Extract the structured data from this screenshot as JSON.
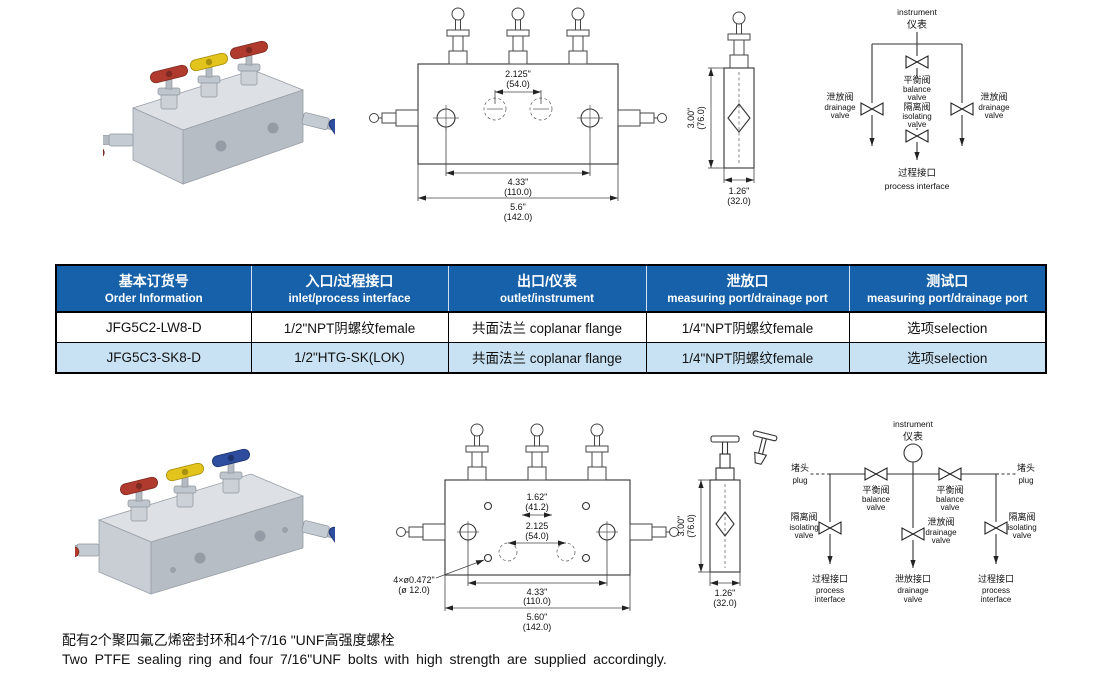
{
  "colors": {
    "table_header_bg": "#1661A9",
    "table_alt_row_bg": "#C9E2F3",
    "handle_red": "#B03A2E",
    "handle_yellow": "#E3C41C",
    "handle_blue": "#2E4D9E",
    "handle_maroon": "#8E2F26"
  },
  "table": {
    "headers": [
      {
        "zh": "基本订货号",
        "en": "Order Information"
      },
      {
        "zh": "入口/过程接口",
        "en": "inlet/process interface"
      },
      {
        "zh": "出口/仪表",
        "en": "outlet/instrument"
      },
      {
        "zh": "泄放口",
        "en": "measuring port/drainage port"
      },
      {
        "zh": "测试口",
        "en": "measuring port/drainage port"
      }
    ],
    "rows": [
      {
        "order": "JFG5C2-LW8-D",
        "inlet": "1/2\"NPT阴螺纹female",
        "outlet": "共面法兰 coplanar flange",
        "drain": "1/4\"NPT阴螺纹female",
        "test": "选项selection"
      },
      {
        "order": "JFG5C3-SK8-D",
        "inlet": "1/2\"HTG-SK(LOK)",
        "outlet": "共面法兰 coplanar flange",
        "drain": "1/4\"NPT阴螺纹female",
        "test": "选项selection"
      }
    ]
  },
  "top_view": {
    "front": {
      "dim_ports_in": "2.125\"",
      "dim_ports_mm": "(54.0)",
      "dim_holes_in": "4.33\"",
      "dim_holes_mm": "(110.0)",
      "dim_overall_in": "5.6\"",
      "dim_overall_mm": "(142.0)"
    },
    "side": {
      "dim_height_in": "3.00\"",
      "dim_height_mm": "(76.0)",
      "dim_depth_in": "1.26\"",
      "dim_depth_mm": "(32.0)"
    }
  },
  "top_schematic": {
    "instrument_en": "instrument",
    "instrument_zh": "仪表",
    "balance_zh": "平衡阀",
    "balance_en1": "balance",
    "balance_en2": "valve",
    "isolating_zh": "隔离阀",
    "isolating_en1": "isolating",
    "isolating_en2": "valve",
    "drainage_zh": "泄放阀",
    "drainage_en1": "drainage",
    "drainage_en2": "valve",
    "process_zh": "过程接口",
    "process_en": "process  interface"
  },
  "bottom_view": {
    "front": {
      "dim_a_in": "1.62\"",
      "dim_a_mm": "(41.2)",
      "dim_ports_in": "2.125",
      "dim_ports_mm": "(54.0)",
      "dim_holes_in": "4.33\"",
      "dim_holes_mm": "(110.0)",
      "dim_overall_in": "5.60\"",
      "dim_overall_mm": "(142.0)",
      "bolt_callout": "4×ø0.472\"",
      "bolt_callout_mm": "(ø 12.0)"
    },
    "side": {
      "dim_height_in": "3.00\"",
      "dim_height_mm": "(76.0)",
      "dim_depth_in": "1.26\"",
      "dim_depth_mm": "(32.0)"
    }
  },
  "bottom_schematic": {
    "instrument_en": "instrument",
    "instrument_zh": "仪表",
    "plug_zh": "堵头",
    "plug_en": "plug",
    "balance_zh": "平衡阀",
    "balance_en1": "balance",
    "balance_en2": "valve",
    "isolating_zh": "隔离阀",
    "isolating_en1": "isolating",
    "isolating_en2": "valve",
    "drainage_zh": "泄放阀",
    "drainage_en1": "drainage",
    "drainage_en2": "valve",
    "process_zh": "过程接口",
    "process_en1": "process",
    "process_en2": "interface",
    "drain_port_zh": "泄放接口",
    "drain_port_en1": "drainage",
    "drain_port_en2": "valve"
  },
  "footer": {
    "zh": "配有2个聚四氟乙烯密封环和4个7/16 \"UNF高强度螺栓",
    "en": "Two PTFE sealing ring and four 7/16\"UNF bolts with high strength are supplied accordingly."
  }
}
